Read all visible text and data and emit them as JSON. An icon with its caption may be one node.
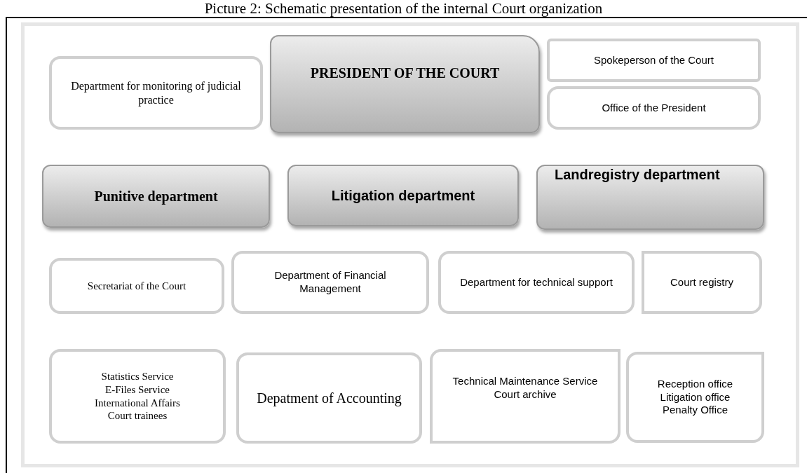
{
  "diagram": {
    "title": "Picture 2: Schematic presentation of the internal Court organization",
    "nodes": [
      {
        "text": [
          "Department for monitoring of judicial practice"
        ]
      },
      {
        "text": [
          "PRESIDENT OF THE COURT"
        ]
      },
      {
        "text": [
          "Spokeperson of the Court"
        ]
      },
      {
        "text": [
          "Office of the President"
        ]
      },
      {
        "text": [
          "Punitive department"
        ]
      },
      {
        "text": [
          "Litigation department"
        ]
      },
      {
        "text": [
          "Landregistry department"
        ]
      },
      {
        "text": [
          "Secretariat of the Court"
        ]
      },
      {
        "text": [
          "Department of Financial Management"
        ]
      },
      {
        "text": [
          "Department for technical support"
        ]
      },
      {
        "text": [
          "Court registry"
        ]
      },
      {
        "text": [
          "Statistics Service",
          "E-Files Service",
          "International Affairs",
          "Court trainees"
        ]
      },
      {
        "text": [
          "Depatment of Accounting"
        ]
      },
      {
        "text": [
          "Technical Maintenance Service",
          "Court archive"
        ]
      },
      {
        "text": [
          "Reception office",
          "Litigation office",
          "Penalty Office"
        ]
      }
    ]
  }
}
